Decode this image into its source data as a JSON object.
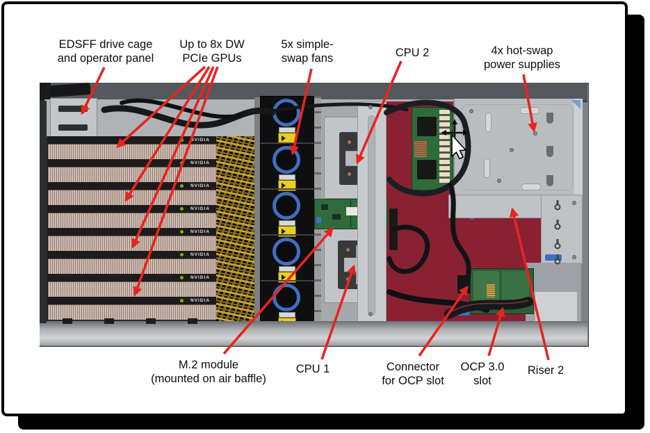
{
  "figure": {
    "description": "Annotated top view of a 4U GPU server interior with red callout arrows",
    "background": "#ffffff",
    "border_color": "#000000"
  },
  "colors": {
    "arrow": "#e8241f",
    "nvidia_green": "#76b900",
    "fan_ring_blue": "#3f6fc0",
    "motherboard_red": "#8a2133",
    "pcb_green": "#2f6b3b",
    "chassis_silver": "#b0b3b6",
    "gpu_fin_tan": "#c9b7ac"
  },
  "labels": {
    "edsff": {
      "line1": "EDSFF drive cage",
      "line2": "and operator panel"
    },
    "gpus": {
      "line1": "Up to 8x DW",
      "line2": "PCIe GPUs"
    },
    "fans": {
      "line1": "5x simple-",
      "line2": "swap fans"
    },
    "cpu2": {
      "line1": "CPU 2"
    },
    "psus": {
      "line1": "4x hot-swap",
      "line2": "power supplies"
    },
    "m2": {
      "line1": "M.2 module",
      "line2": "(mounted on air baffle)"
    },
    "cpu1": {
      "line1": "CPU 1"
    },
    "ocp_connector": {
      "line1": "Connector",
      "line2": "for OCP slot"
    },
    "ocp_slot": {
      "line1": "OCP 3.0",
      "line2": "slot"
    },
    "riser2": {
      "line1": "Riser 2"
    }
  },
  "photo": {
    "gpu_brand": "NVIDIA",
    "gpu_rows_visible": 8,
    "fan_modules_visible": 5
  }
}
